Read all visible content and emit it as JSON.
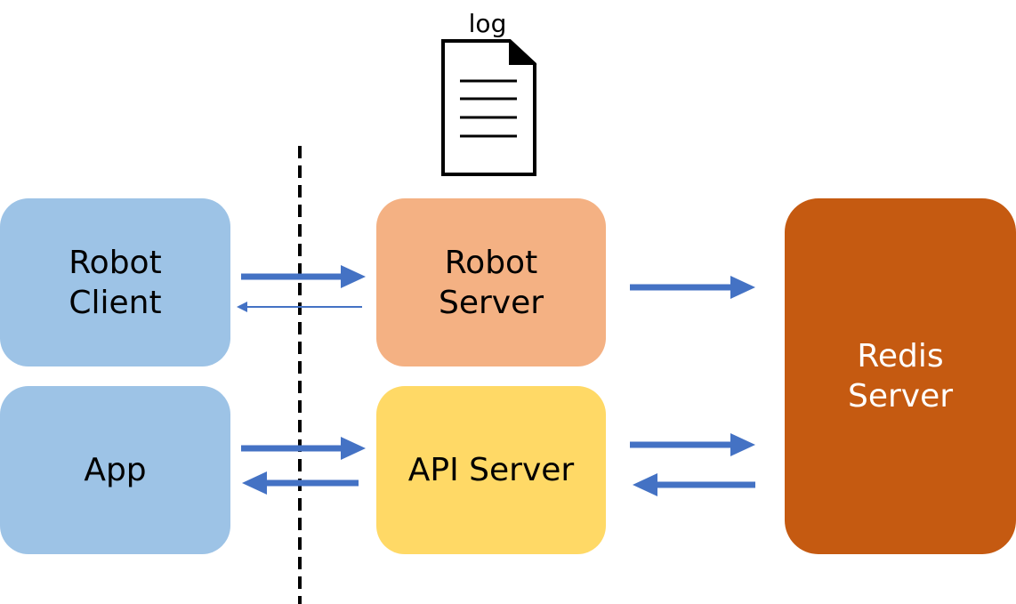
{
  "colors": {
    "client": "#9DC3E6",
    "robot_server": "#F4B183",
    "api_server": "#FFD966",
    "redis": "#C55A11",
    "arrow": "#4472C4",
    "divider": "#000000"
  },
  "nodes": {
    "robot_client": {
      "label": "Robot\nClient"
    },
    "app": {
      "label": "App"
    },
    "robot_server": {
      "label": "Robot\nServer"
    },
    "api_server": {
      "label": "API Server"
    },
    "redis_server": {
      "label": "Redis\nServer"
    }
  },
  "log": {
    "label": "log",
    "icon": "document-icon"
  },
  "edges": [
    {
      "from": "robot_client",
      "to": "robot_server",
      "weight": "thick"
    },
    {
      "from": "robot_server",
      "to": "robot_client",
      "weight": "thin"
    },
    {
      "from": "app",
      "to": "api_server",
      "weight": "thick"
    },
    {
      "from": "api_server",
      "to": "app",
      "weight": "thick"
    },
    {
      "from": "robot_server",
      "to": "redis_server",
      "weight": "thick"
    },
    {
      "from": "api_server",
      "to": "redis_server",
      "weight": "thick"
    },
    {
      "from": "redis_server",
      "to": "api_server",
      "weight": "thick"
    }
  ]
}
